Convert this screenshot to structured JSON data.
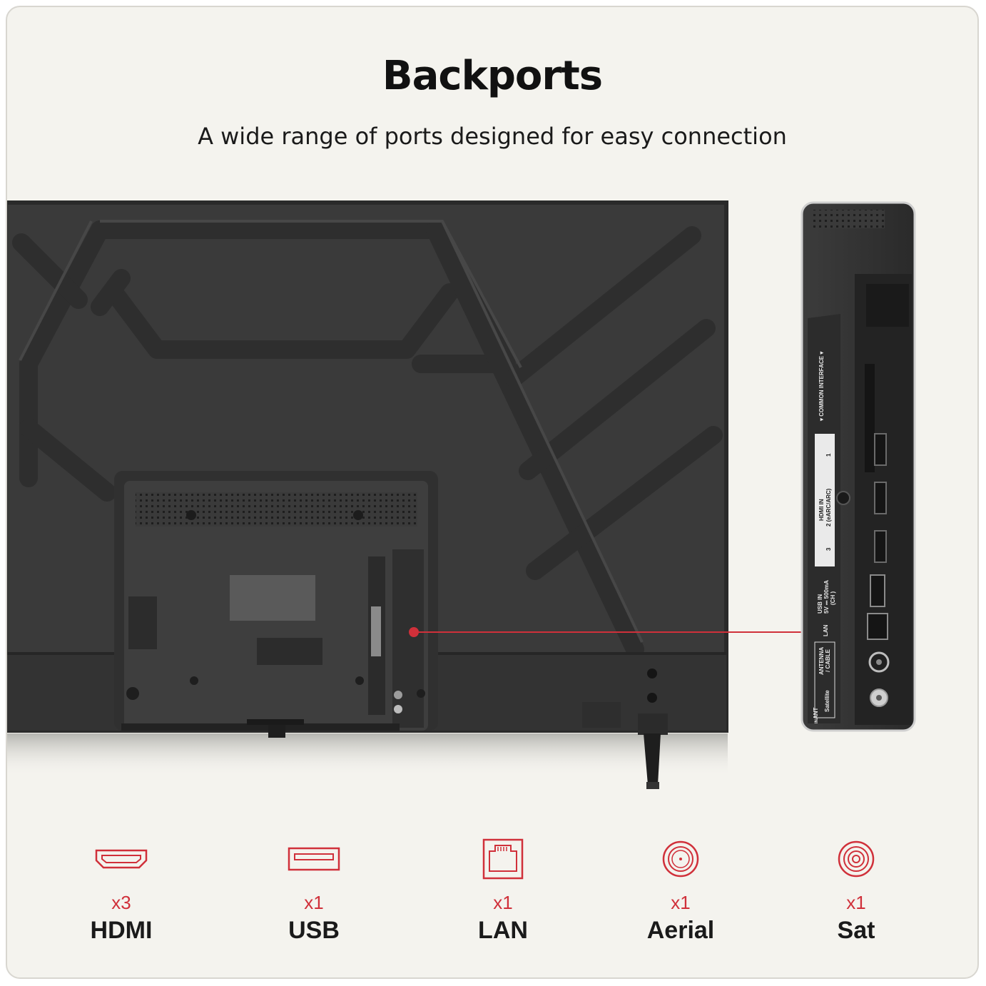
{
  "page": {
    "title": "Backports",
    "subtitle": "A wide range of ports designed for easy connection"
  },
  "panel_labels": {
    "common_interface": "▾ COMMON INTERFACE ▾",
    "hdmi_in": "HDMI IN",
    "hdmi_1": "1",
    "hdmi_2": "2 (eARC/ARC)",
    "hdmi_3": "3",
    "usb_in": "USB IN",
    "usb_spec": "5V ⎓ 500mA",
    "usb_ch": "(CH )",
    "lan": "LAN",
    "antenna": "ANTENNA",
    "cable": "/ CABLE",
    "satellite": "Satellite",
    "ant_in_1": "ANT",
    "ant_in_2": "IN"
  },
  "features": [
    {
      "count": "x3",
      "label": "HDMI",
      "icon": "hdmi-icon"
    },
    {
      "count": "x1",
      "label": "USB",
      "icon": "usb-icon"
    },
    {
      "count": "x1",
      "label": "LAN",
      "icon": "lan-icon"
    },
    {
      "count": "x1",
      "label": "Aerial",
      "icon": "aerial-icon"
    },
    {
      "count": "x1",
      "label": "Sat",
      "icon": "sat-icon"
    }
  ],
  "colors": {
    "accent": "#d0303a",
    "background": "#f4f3ee",
    "tv_body": "#3a3a3a"
  }
}
